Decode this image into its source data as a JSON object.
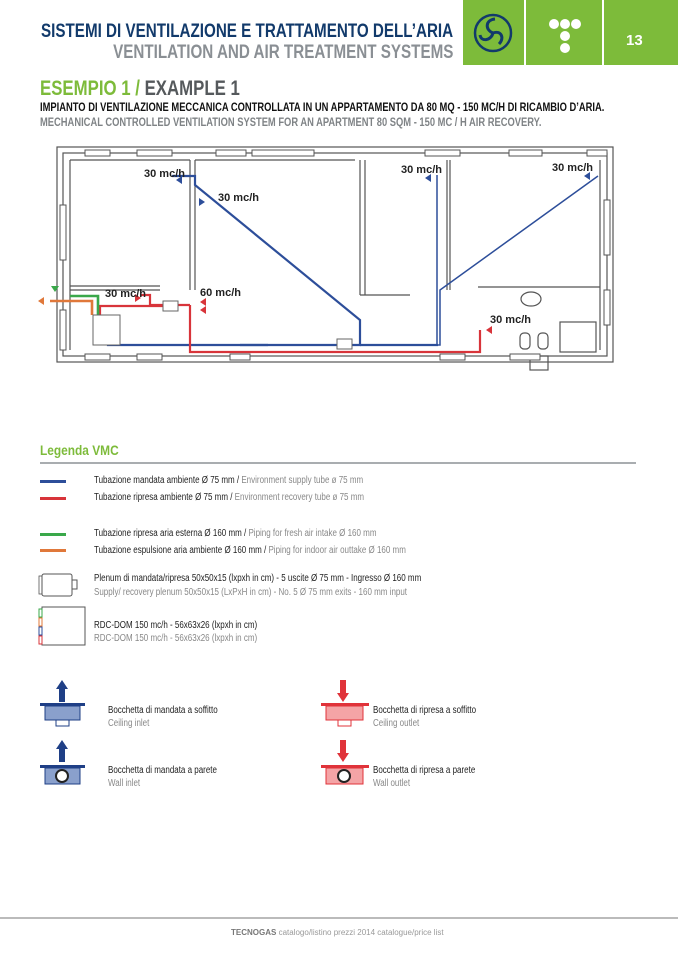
{
  "header": {
    "title_it": "SISTEMI DI VENTILAZIONE E TRATTAMENTO DELL’ARIA",
    "title_en": "VENTILATION AND AIR TREATMENT SYSTEMS",
    "page_number": "13",
    "colors": {
      "green": "#7dbb3a",
      "navy": "#123a6b"
    }
  },
  "example": {
    "label_it": "ESEMPIO 1 /",
    "label_en": "EXAMPLE 1",
    "subtitle_it": "IMPIANTO DI VENTILAZIONE MECCANICA CONTROLLATA IN UN APPARTAMENTO DA 80 MQ - 150 MC/H DI RICAMBIO D’ARIA.",
    "subtitle_en": "MECHANICAL CONTROLLED VENTILATION SYSTEM FOR  AN APARTMENT 80 SQM - 150 MC / H AIR RECOVERY."
  },
  "plan": {
    "labels": [
      "30 mc/h",
      "30 mc/h",
      "30 mc/h",
      "30 mc/h",
      "30 mc/h",
      "60 mc/h",
      "30 mc/h"
    ]
  },
  "legend": {
    "title": "Legenda VMC",
    "pipes": [
      {
        "it": "Tubazione mandata ambiente Ø 75 mm /",
        "en": "Environment supply tube ø 75 mm",
        "color": "#2d4e9a"
      },
      {
        "it": "Tubazione ripresa ambiente Ø 75 mm /",
        "en": "Environment recovery  tube ø 75 mm",
        "color": "#d8343a"
      },
      {
        "it": "Tubazione ripresa aria esterna Ø 160 mm /",
        "en": "Piping for fresh air intake Ø 160 mm",
        "color": "#3aa84a"
      },
      {
        "it": "Tubazione espulsione aria ambiente Ø 160 mm /",
        "en": "Piping for indoor air outtake Ø 160 mm",
        "color": "#e0783a"
      }
    ],
    "plenum": {
      "it": "Plenum di mandata/ripresa 50x50x15 (lxpxh in cm) - 5 uscite Ø 75 mm - Ingresso Ø 160 mm",
      "en": "Supply/ recovery plenum  50x50x15 (LxPxH in cm) -  No. 5 Ø 75 mm exits - 160 mm input"
    },
    "unit": {
      "it": "RDC-DOM 150 mc/h - 56x63x26 (lxpxh in cm)",
      "en": "RDC-DOM 150 mc/h - 56x63x26 (lxpxh in cm)"
    },
    "vents": [
      {
        "it": "Bocchetta di mandata a soffitto",
        "en": "Ceiling inlet"
      },
      {
        "it": "Bocchetta di ripresa a soffitto",
        "en": "Ceiling outlet"
      },
      {
        "it": "Bocchetta di mandata a parete",
        "en": "Wall inlet"
      },
      {
        "it": "Bocchetta di ripresa a parete",
        "en": "Wall outlet"
      }
    ]
  },
  "footer": {
    "brand": "TECNOGAS",
    "text": "catalogo/listino prezzi 2014 catalogue/price list"
  }
}
